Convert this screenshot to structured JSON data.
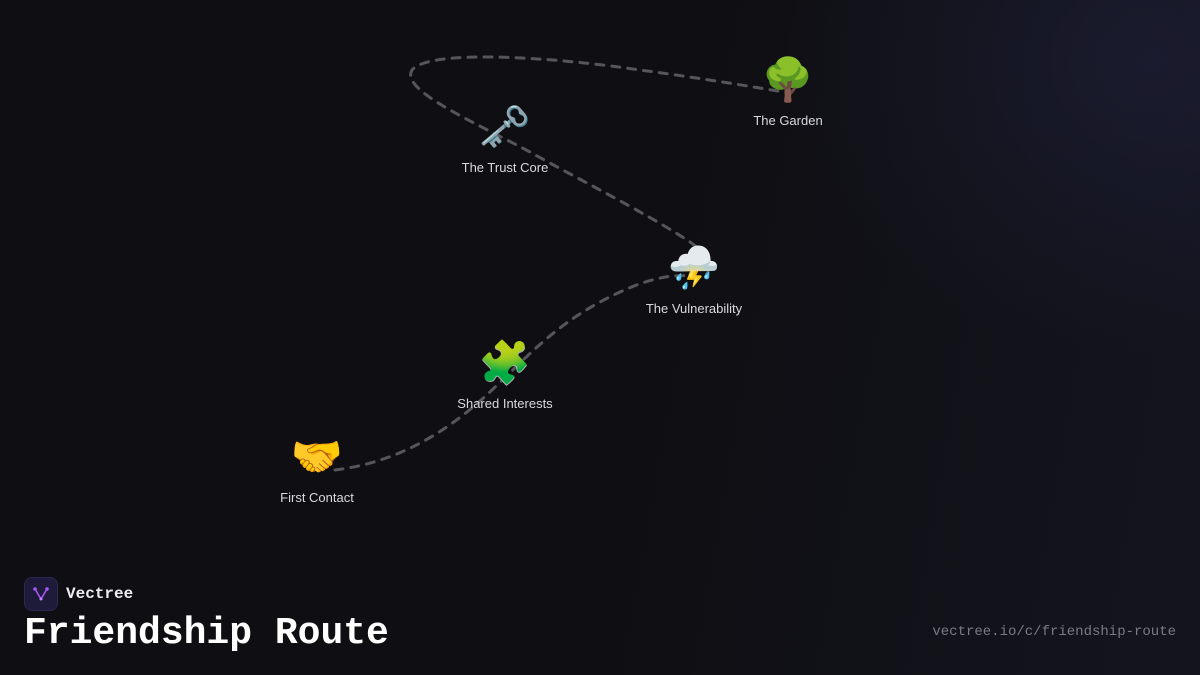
{
  "brand": {
    "name": "Vectree",
    "logo_icon": "vectree-logo-icon"
  },
  "title": "Friendship Route",
  "url": "vectree.io/c/friendship-route",
  "nodes": [
    {
      "id": "first-contact",
      "label": "First Contact",
      "icon": "🤝",
      "icon_name": "handshake-icon"
    },
    {
      "id": "shared-interests",
      "label": "Shared Interests",
      "icon": "🧩",
      "icon_name": "puzzle-piece-icon"
    },
    {
      "id": "the-vulnerability",
      "label": "The Vulnerability",
      "icon": "⛈️",
      "icon_name": "storm-cloud-icon"
    },
    {
      "id": "the-trust-core",
      "label": "The Trust Core",
      "icon": "🗝️",
      "icon_name": "old-key-icon"
    },
    {
      "id": "the-garden",
      "label": "The Garden",
      "icon": "🌳",
      "icon_name": "tree-icon"
    }
  ],
  "colors": {
    "background": "#0f0f13",
    "route": "#55555c",
    "label": "#d8d8de",
    "title": "#ffffff",
    "url": "#7a7a82",
    "logo_accent": "#a855f7"
  }
}
